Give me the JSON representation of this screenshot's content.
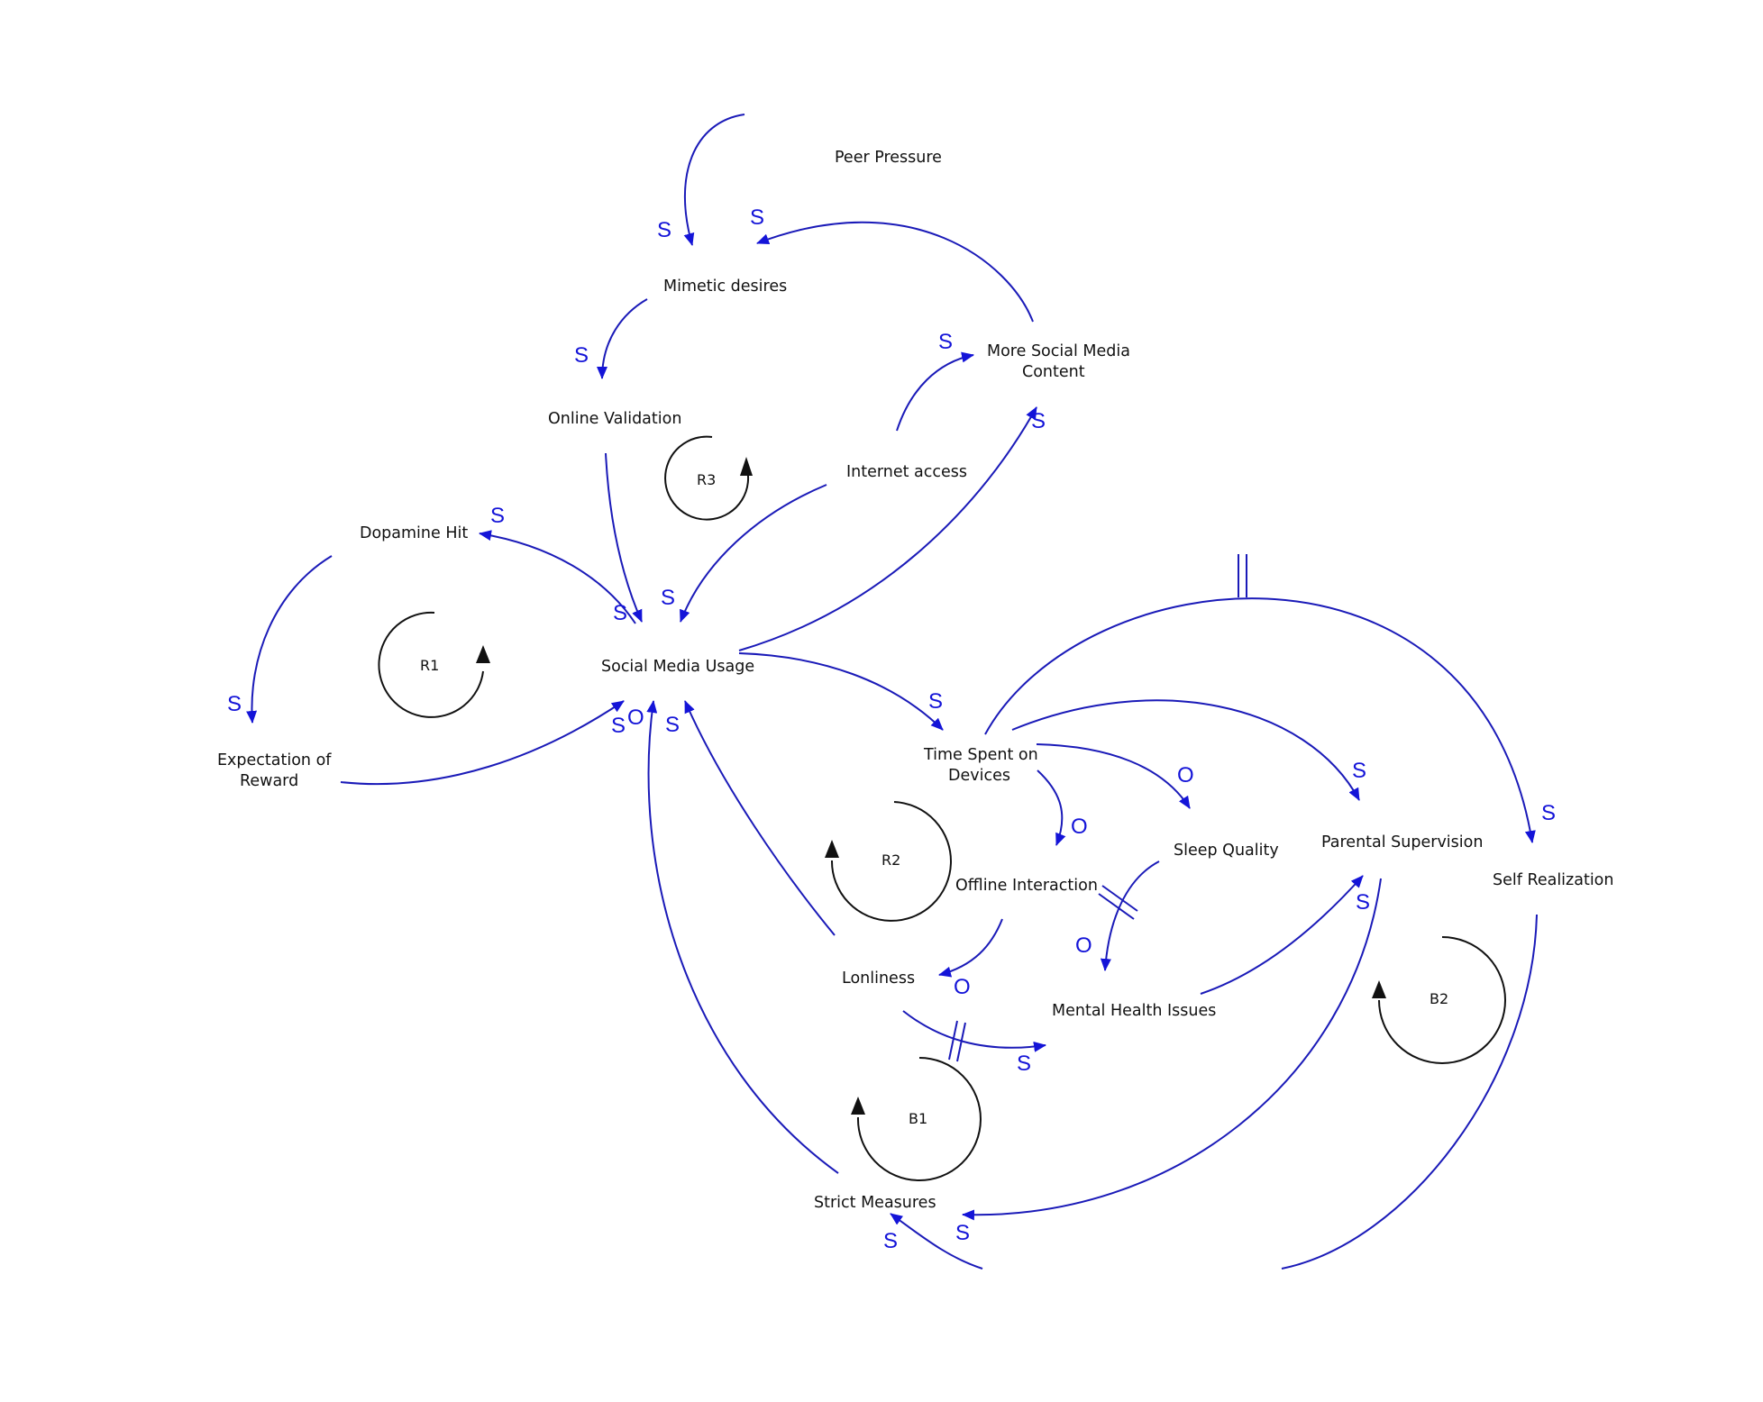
{
  "colors": {
    "link": "#1a1ab8",
    "polarity": "#1414d8",
    "loop": "#111111",
    "background": "#ffffff"
  },
  "variables": {
    "peer_pressure": "Peer Pressure",
    "mimetic_desires": "Mimetic desires",
    "online_validation": "Online Validation",
    "more_content_line1": "More Social Media",
    "more_content_line2": "Content",
    "internet_access": "Internet access",
    "dopamine_hit": "Dopamine Hit",
    "expectation_line1": "Expectation of",
    "expectation_line2": "Reward",
    "social_media_usage": "Social Media Usage",
    "time_spent_line1": "Time Spent on",
    "time_spent_line2": "Devices",
    "sleep_quality": "Sleep Quality",
    "parental_supervision": "Parental Supervision",
    "self_realization": "Self Realization",
    "offline_interaction": "Offline Interaction",
    "lonliness": "Lonliness",
    "mental_health_issues": "Mental Health Issues",
    "strict_measures": "Strict Measures"
  },
  "loops": {
    "r1": "R1",
    "r2": "R2",
    "r3": "R3",
    "b1": "B1",
    "b2": "B2"
  },
  "polarity": {
    "same": "S",
    "opposite": "O"
  }
}
